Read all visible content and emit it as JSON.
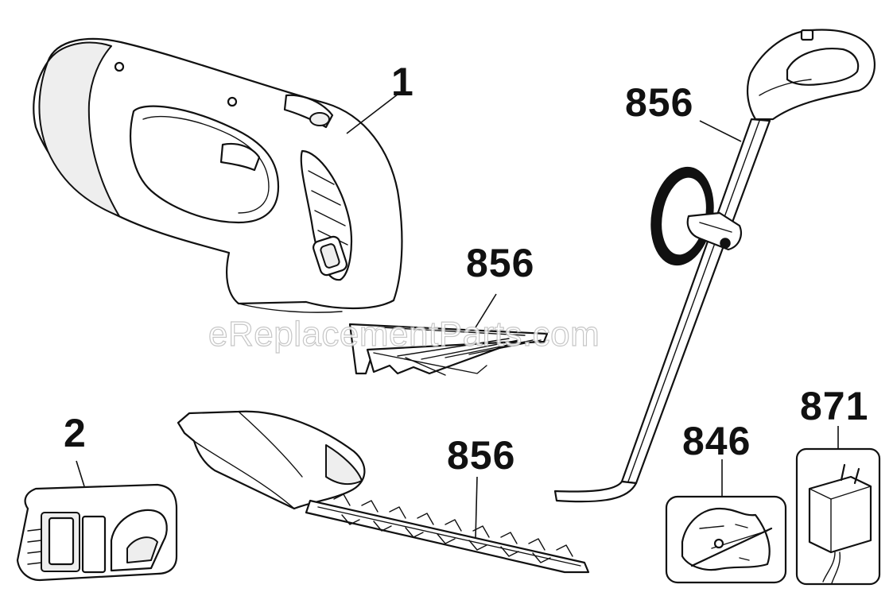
{
  "callouts": {
    "part_1": "1",
    "part_2": "2",
    "part_856_shear_blade": "856",
    "part_856_hedge_blade": "856",
    "part_856_extension_pole": "856",
    "part_846": "846",
    "part_871": "871"
  },
  "watermark": "eReplacementParts.com",
  "icons": {
    "tool_body": "shear-tool-body-icon",
    "charging_base": "charging-base-icon",
    "shear_blade": "shear-blade-icon",
    "hedge_blade": "hedge-blade-icon",
    "extension_pole": "extension-pole-icon",
    "hardware_bag": "hardware-bag-icon",
    "charger": "charger-icon"
  },
  "colors": {
    "line": "#111111",
    "fill": "#ffffff",
    "shade": "#eeeeee"
  }
}
